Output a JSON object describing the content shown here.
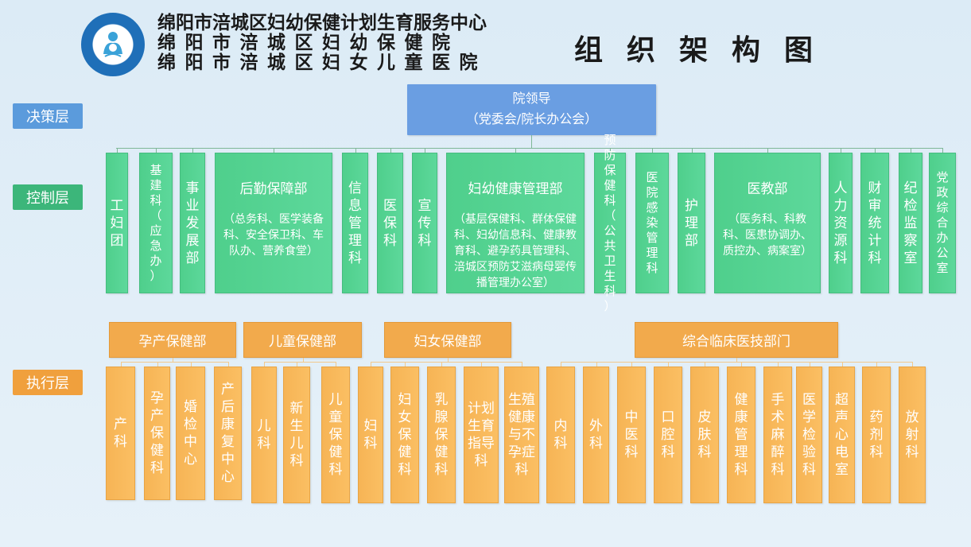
{
  "header": {
    "logo_text": "绵阳市涪城区妇幼保健院",
    "org_lines": [
      "绵阳市涪城区妇幼保健计划生育服务中心",
      "绵阳市涪城区妇幼保健院",
      "绵阳市涪城区妇女儿童医院"
    ],
    "title": "组织架构图"
  },
  "layers": {
    "decision": "决策层",
    "control": "控制层",
    "execution": "执行层"
  },
  "top": {
    "line1": "院领导",
    "line2": "（党委会/院长办公会）"
  },
  "control_units": [
    {
      "label": "工妇团"
    },
    {
      "label": "基建科（应急办）"
    },
    {
      "label": "事业发展部"
    },
    {
      "title": "后勤保障部",
      "detail": "（总务科、医学装备科、安全保卫科、车队办、营养食堂）"
    },
    {
      "label": "信息管理科"
    },
    {
      "label": "医保科"
    },
    {
      "label": "宣传科"
    },
    {
      "title": "妇幼健康管理部",
      "detail": "（基层保健科、群体保健科、妇幼信息科、健康教育科、避孕药具管理科、涪城区预防艾滋病母婴传播管理办公室）"
    },
    {
      "label": "预防保健科（公共卫生科）"
    },
    {
      "label": "医院感染管理科"
    },
    {
      "label": "护理部"
    },
    {
      "title": "医教部",
      "detail": "（医务科、科教科、医患协调办、质控办、病案室）"
    },
    {
      "label": "人力资源科"
    },
    {
      "label": "财审统计科"
    },
    {
      "label": "纪检监察室"
    },
    {
      "label": "党政综合办公室"
    }
  ],
  "exec_groups": [
    {
      "name": "孕产保健部",
      "units": [
        "产科",
        "孕产保健科",
        "婚检中心",
        "产后康复中心"
      ]
    },
    {
      "name": "儿童保健部",
      "units": [
        "儿科",
        "新生儿科",
        "儿童保健科"
      ]
    },
    {
      "name": "妇女保健部",
      "units": [
        "妇科",
        "妇女保健科",
        "乳腺保健科",
        "计划生育指导科",
        "生殖健康与不孕症科"
      ]
    },
    {
      "name": "综合临床医技部门",
      "units": [
        "内科",
        "外科",
        "中医科",
        "口腔科",
        "皮肤科",
        "健康管理科",
        "手术麻醉科",
        "医学检验科",
        "超声心电室",
        "药剂科",
        "放射科"
      ]
    }
  ],
  "colors": {
    "decision": "#5b9bdc",
    "control": "#3cb67a",
    "execution": "#f0a03d"
  }
}
